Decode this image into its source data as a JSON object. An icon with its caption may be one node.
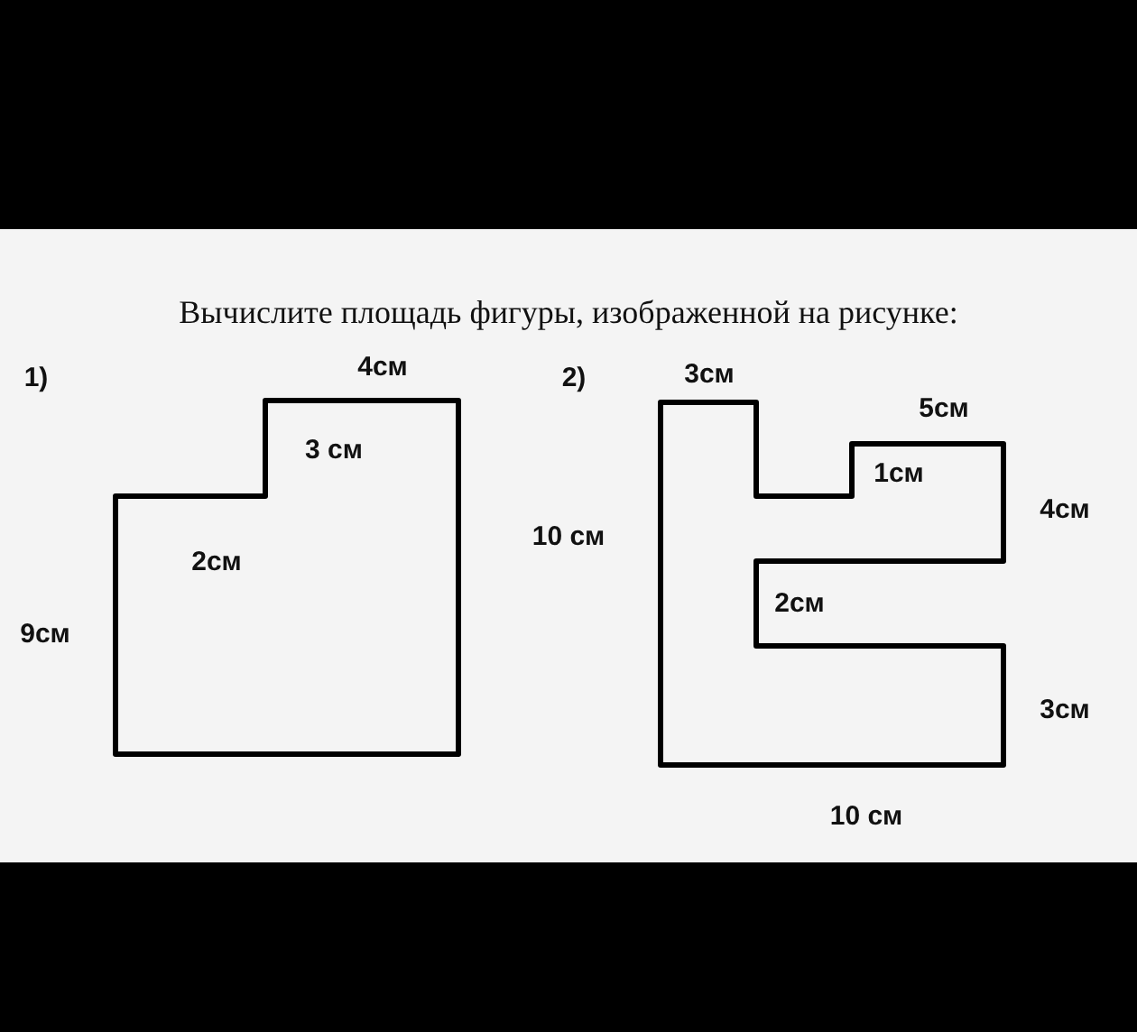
{
  "diagram": {
    "title": "Вычислите площадь фигуры, изображенной на рисунке:",
    "labels": [
      "1)",
      "4см",
      "3 см",
      "2см",
      "9см",
      "2)",
      "3см",
      "5см",
      "1см",
      "4см",
      "10 см",
      "2см",
      "3см",
      "10 см"
    ]
  }
}
